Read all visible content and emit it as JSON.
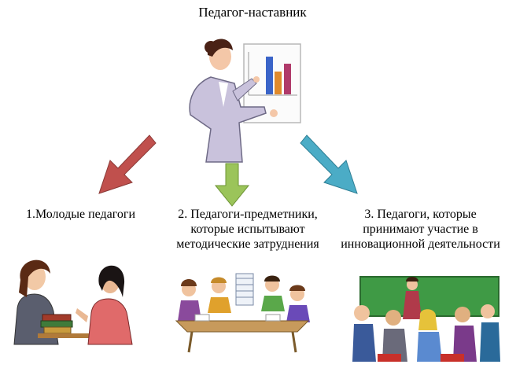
{
  "diagram": {
    "title": "Педагог-наставник",
    "groups": [
      {
        "label": "1.Молодые педагоги",
        "arrow_color": "#c0504d",
        "image": "two-teachers-talking"
      },
      {
        "label": "2. Педагоги-предметники, которые испытывают методические затруднения",
        "arrow_color": "#8fbc4c",
        "image": "teachers-at-table"
      },
      {
        "label": "3. Педагоги, которые принимают участие в инновационной деятельности",
        "arrow_color": "#4bacc6",
        "image": "presentation-audience"
      }
    ]
  }
}
